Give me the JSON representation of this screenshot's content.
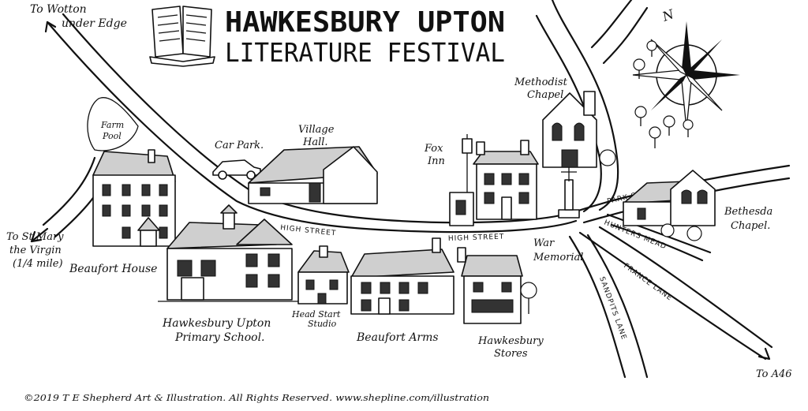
{
  "title": {
    "line1": "HAWKESBURY UPTON",
    "line2": "LITERATURE FESTIVAL"
  },
  "directions": {
    "wotton_1": "To Wotton",
    "wotton_2": "under Edge",
    "stmary_1": "To St Mary",
    "stmary_2": "the Virgin",
    "stmary_3": "(1/4 mile)",
    "a46": "To A46"
  },
  "streets": {
    "high_street_1": "HIGH STREET",
    "high_street_2": "HIGH STREET",
    "park_street": "PARK STREET",
    "france_lane": "FRANCE LANE",
    "sandpits_lane": "SANDPITS LANE",
    "hunters_mead": "HUNTERS MEAD"
  },
  "places": {
    "farm_pool_1": "Farm",
    "farm_pool_2": "Pool",
    "car_park": "Car Park.",
    "village_hall_1": "Village",
    "village_hall_2": "Hall.",
    "fox_inn_1": "Fox",
    "fox_inn_2": "Inn",
    "methodist_1": "Methodist",
    "methodist_2": "Chapel",
    "bethesda_1": "Bethesda",
    "bethesda_2": "Chapel.",
    "beaufort_house": "Beaufort House",
    "war_memorial_1": "War",
    "war_memorial_2": "Memorial",
    "school_1": "Hawkesbury Upton",
    "school_2": "Primary School.",
    "head_start_1": "Head Start",
    "head_start_2": "Studio",
    "beaufort_arms": "Beaufort Arms",
    "stores_1": "Hawkesbury",
    "stores_2": "Stores"
  },
  "compass": {
    "label": "N"
  },
  "footer": "©2019 T E Shepherd Art & Illustration. All Rights Reserved. www.shepline.com/illustration"
}
